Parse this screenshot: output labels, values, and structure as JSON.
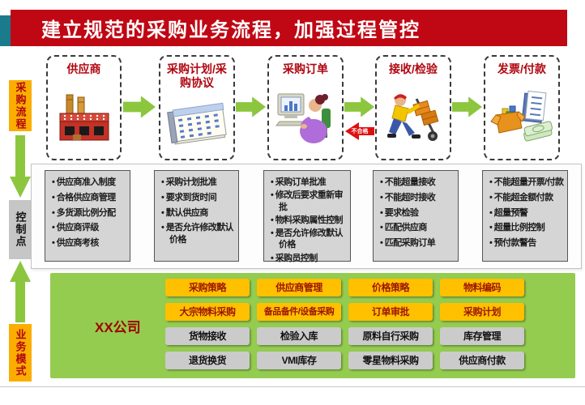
{
  "header": {
    "title": "建立规范的采购业务流程，加强过程管控"
  },
  "left_rail": {
    "process_label": "采购流程",
    "control_label": "控制点",
    "business_label": "业务模式"
  },
  "flow": {
    "steps": [
      {
        "title": "供应商",
        "icon": "factory-icon"
      },
      {
        "title": "采购计划/采购协议",
        "icon": "spreadsheet-icon"
      },
      {
        "title": "采购订单",
        "icon": "computer-user-icon"
      },
      {
        "title": "接收/检验",
        "icon": "worker-trolley-icon"
      },
      {
        "title": "发票/付款",
        "icon": "invoice-payment-icon"
      }
    ],
    "reject_label": "不合格"
  },
  "control_points": {
    "groups": [
      {
        "items": [
          "供应商准入制度",
          "合格供应商管理",
          "多货源比例分配",
          "供应商评级",
          "供应商考核"
        ]
      },
      {
        "items": [
          "采购计划批准",
          "要求到货时间",
          "默认供应商",
          "是否允许修改默认价格"
        ]
      },
      {
        "items": [
          "采购订单批准",
          "修改后要求重新审批",
          "物料采购属性控制",
          "是否允许修改默认价格",
          "采购员控制"
        ]
      },
      {
        "items": [
          "不能超量接收",
          "不能超时接收",
          "要求检验",
          "匹配供应商",
          "匹配采购订单"
        ]
      },
      {
        "items": [
          "不能超量开票/付款",
          "不能超金额付款",
          "超量预警",
          "超量比例控制",
          "预付款警告"
        ]
      }
    ]
  },
  "business_model": {
    "company": "XX公司",
    "rows": [
      {
        "style": "orange",
        "buttons": [
          "采购策略",
          "供应商管理",
          "价格策略",
          "物料编码"
        ]
      },
      {
        "style": "orange",
        "buttons": [
          "大宗物料采购",
          "备品备件/设备采购",
          "订单审批",
          "采购计划"
        ]
      },
      {
        "style": "gray",
        "buttons": [
          "货物接收",
          "检验入库",
          "原料自行采购",
          "库存管理"
        ]
      },
      {
        "style": "gray",
        "buttons": [
          "退货换货",
          "VMI库存",
          "零星物料采购",
          "供应商付款"
        ]
      }
    ]
  },
  "colors": {
    "banner_red": "#C00714",
    "teal": "#1A7B8C",
    "arrow_green": "#8CC63F",
    "panel_green": "#94CC50",
    "button_orange": "#FFC000",
    "rail_orange": "#FBAD00",
    "dark_red": "#B00610",
    "reject_red": "#E10E0E"
  }
}
